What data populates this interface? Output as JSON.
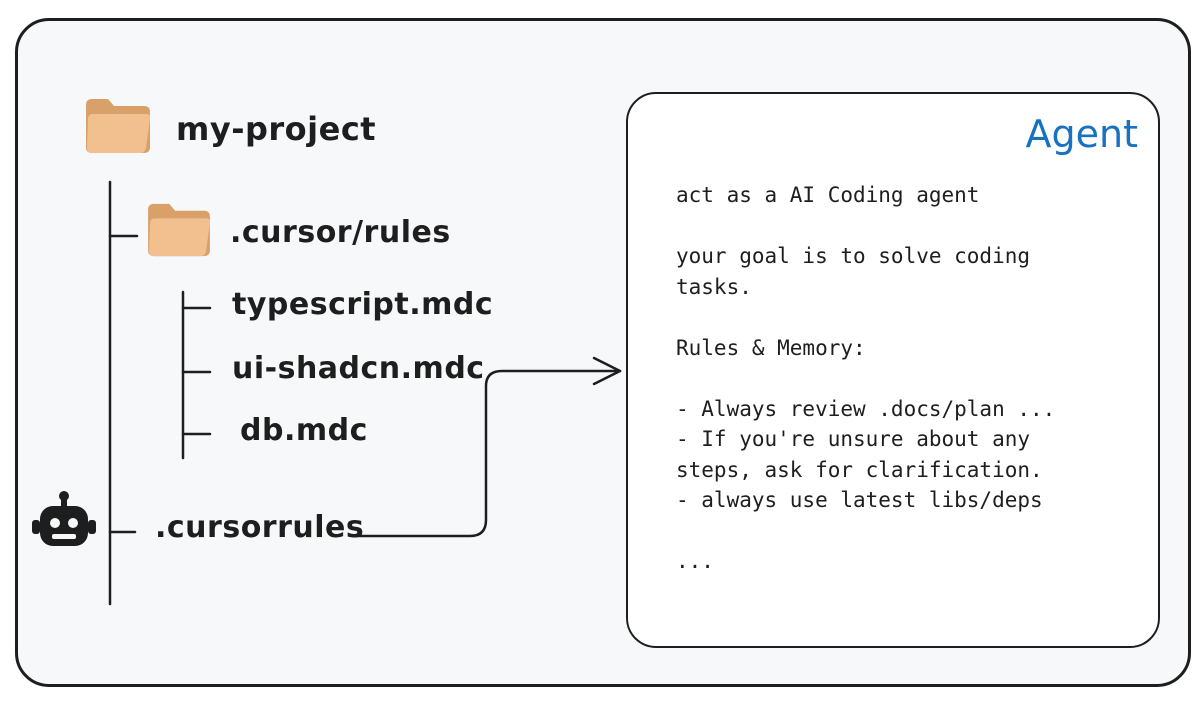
{
  "colors": {
    "folder_front": "#f2c08f",
    "folder_back": "#d9a06a",
    "accent_blue": "#1971c2",
    "stroke": "#1e1e1e"
  },
  "tree": {
    "root": {
      "label": "my-project",
      "icon": "folder-icon"
    },
    "rules_folder": {
      "label": ".cursor/rules",
      "icon": "folder-icon"
    },
    "rule_files": [
      {
        "label": "typescript.mdc"
      },
      {
        "label": "ui-shadcn.mdc"
      },
      {
        "label": "db.mdc"
      }
    ],
    "cursorrules": {
      "label": ".cursorrules",
      "icon": "robot-icon"
    }
  },
  "agent": {
    "title": "Agent",
    "prompt_lines": [
      "act as a AI Coding agent",
      "",
      "your goal is to solve coding",
      "tasks.",
      "",
      "Rules & Memory:",
      "",
      "- Always review .docs/plan ...",
      "- If you're unsure about any",
      "steps, ask for clarification.",
      "- always use latest libs/deps",
      "",
      "..."
    ]
  }
}
